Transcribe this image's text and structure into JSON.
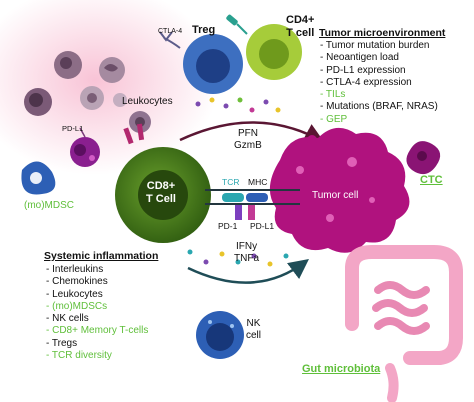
{
  "labels": {
    "treg": "Treg",
    "cd4": "CD4+\nT cell",
    "ctla4": "CTLA-4",
    "leukocytes": "Leukocytes",
    "pdl1_left": "PD-L1",
    "mdsc": "(mo)MDSC",
    "cd8": "CD8+\nT Cell",
    "pfn": "PFN",
    "gzmb": "GzmB",
    "tcr": "TCR",
    "mhc": "MHC",
    "pd1": "PD-1",
    "pdl1": "PD-L1",
    "tumor_cell": "Tumor cell",
    "ctc": "CTC",
    "ifny": "IFNy",
    "tnfa": "TNFa",
    "nk": "NK\ncell",
    "gut": "Gut microbiota"
  },
  "tumor_microenvironment": {
    "title": "Tumor microenvironment",
    "items": [
      {
        "text": "- Tumor mutation burden",
        "green": false
      },
      {
        "text": "- Neoantigen load",
        "green": false
      },
      {
        "text": "- PD-L1 expression",
        "green": false
      },
      {
        "text": "- CTLA-4 expression",
        "green": false
      },
      {
        "text": "- TILs",
        "green": true
      },
      {
        "text": "- Mutations (BRAF, NRAS)",
        "green": false
      },
      {
        "text": "- GEP",
        "green": true
      }
    ]
  },
  "systemic_inflammation": {
    "title": "Systemic inflammation",
    "items": [
      {
        "text": "- Interleukins",
        "green": false
      },
      {
        "text": "- Chemokines",
        "green": false
      },
      {
        "text": "- Leukocytes",
        "green": false
      },
      {
        "text": "- (mo)MDSCs",
        "green": true
      },
      {
        "text": "- NK cells",
        "green": false
      },
      {
        "text": "- CD8+ Memory T-cells",
        "green": true
      },
      {
        "text": "- Tregs",
        "green": false
      },
      {
        "text": "- TCR diversity",
        "green": true
      }
    ]
  },
  "colors": {
    "green_text": "#5fbf3a",
    "cd8_cell": "#4f8a1e",
    "tumor": "#b0127e",
    "treg": "#3d6fc0",
    "cd4": "#a6cc3a",
    "intestine": "#f3a6c6",
    "blush": "#f7b9cf"
  }
}
